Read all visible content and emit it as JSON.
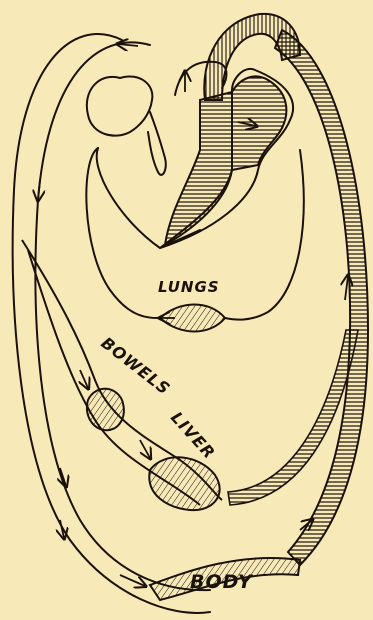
{
  "diagram": {
    "labels": {
      "lungs": "LUNGS",
      "bowels": "BOWELS",
      "liver": "LIVER",
      "body": "BODY"
    },
    "colors": {
      "background": "#f8e9b8",
      "ink": "#1a1208"
    }
  }
}
